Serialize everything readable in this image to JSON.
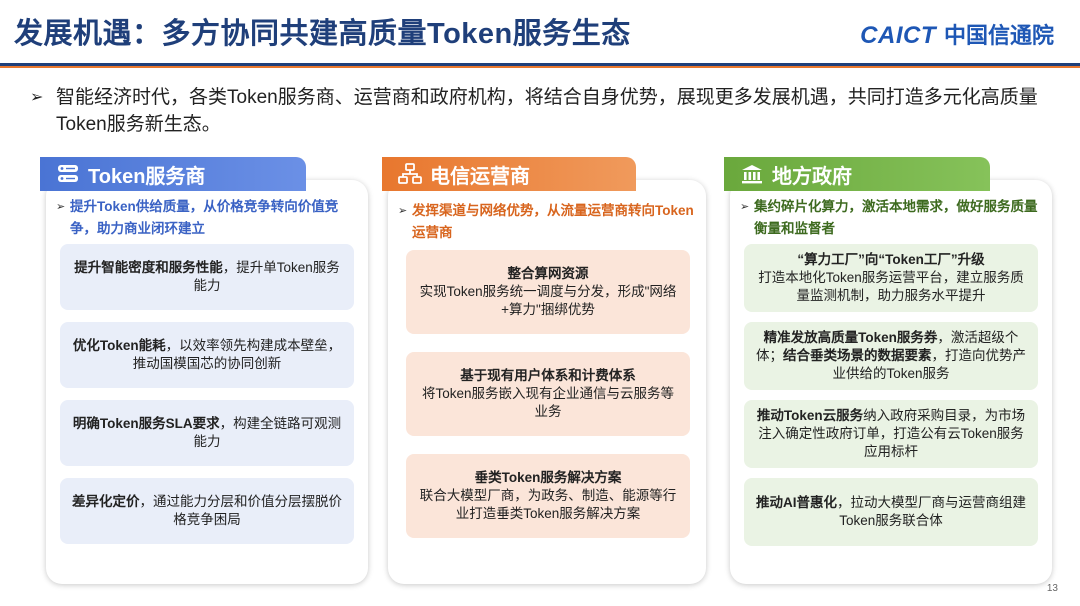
{
  "header": {
    "title": "发展机遇：多方协同共建高质量Token服务生态",
    "logo_en": "CAICT",
    "logo_cn": "中国信通院"
  },
  "intro": "智能经济时代，各类Token服务商、运营商和政府机构，将结合自身优势，展现更多发展机遇，共同打造多元化高质量Token服务新生态。",
  "colors": {
    "blue": "#4a74d4",
    "orange": "#e8772e",
    "green": "#6aa83c",
    "blue_box": "#e9eef9",
    "orange_box": "#fbe5d9",
    "green_box": "#eaf3e4"
  },
  "columns": [
    {
      "title": "Token服务商",
      "icon": "server-icon",
      "subtitle": "提升Token供给质量，从价格竞争转向价值竞争，助力商业闭环建立",
      "items": [
        {
          "bold": "提升智能密度和服务性能",
          "text": "，提升单Token服务能力"
        },
        {
          "bold": "优化Token能耗",
          "text": "，以效率领先构建成本壁垒，推动国模国芯的协同创新"
        },
        {
          "bold": "明确Token服务SLA要求",
          "text": "，构建全链路可观测能力"
        },
        {
          "bold": "差异化定价",
          "text": "，通过能力分层和价值分层摆脱价格竞争困局"
        }
      ]
    },
    {
      "title": "电信运营商",
      "icon": "network-icon",
      "subtitle": "发挥渠道与网络优势，从流量运营商转向Token运营商",
      "items": [
        {
          "bold": "整合算网资源",
          "text": "实现Token服务统一调度与分发，形成\"网络+算力\"捆绑优势"
        },
        {
          "bold": "基于现有用户体系和计费体系",
          "text": "将Token服务嵌入现有企业通信与云服务等业务"
        },
        {
          "bold": "垂类Token服务解决方案",
          "text": "联合大模型厂商，为政务、制造、能源等行业打造垂类Token服务解决方案"
        }
      ]
    },
    {
      "title": "地方政府",
      "icon": "government-icon",
      "subtitle": "集约碎片化算力，激活本地需求，做好服务质量衡量和监督者",
      "items": [
        {
          "bold": "“算力工厂”向“Token工厂”升级",
          "text": "打造本地化Token服务运营平台，建立服务质量监测机制，助力服务水平提升"
        },
        {
          "bold": "精准发放高质量Token服务券",
          "text": "，激活超级个体；",
          "bold2": "结合垂类场景的数据要素",
          "text2": "，打造向优势产业供给的Token服务"
        },
        {
          "bold": "推动Token云服务",
          "text": "纳入政府采购目录，为市场注入确定性政府订单，打造公有云Token服务应用标杆"
        },
        {
          "bold": "推动AI普惠化",
          "text": "，拉动大模型厂商与运营商组建Token服务联合体"
        }
      ]
    }
  ],
  "page_number": "13"
}
